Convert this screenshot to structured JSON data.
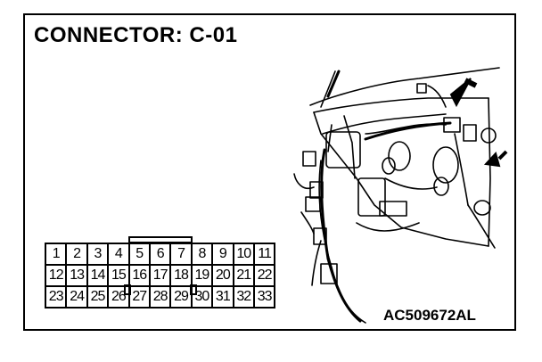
{
  "diagram": {
    "title": "CONNECTOR: C-01",
    "figure_code": "AC509672AL",
    "connector_pins": [
      [
        "1",
        "2",
        "3",
        "4",
        "5",
        "6",
        "7",
        "8",
        "9",
        "10",
        "11"
      ],
      [
        "12",
        "13",
        "14",
        "15",
        "16",
        "17",
        "18",
        "19",
        "20",
        "21",
        "22"
      ],
      [
        "23",
        "24",
        "25",
        "26",
        "27",
        "28",
        "29",
        "30",
        "31",
        "32",
        "33"
      ]
    ]
  }
}
